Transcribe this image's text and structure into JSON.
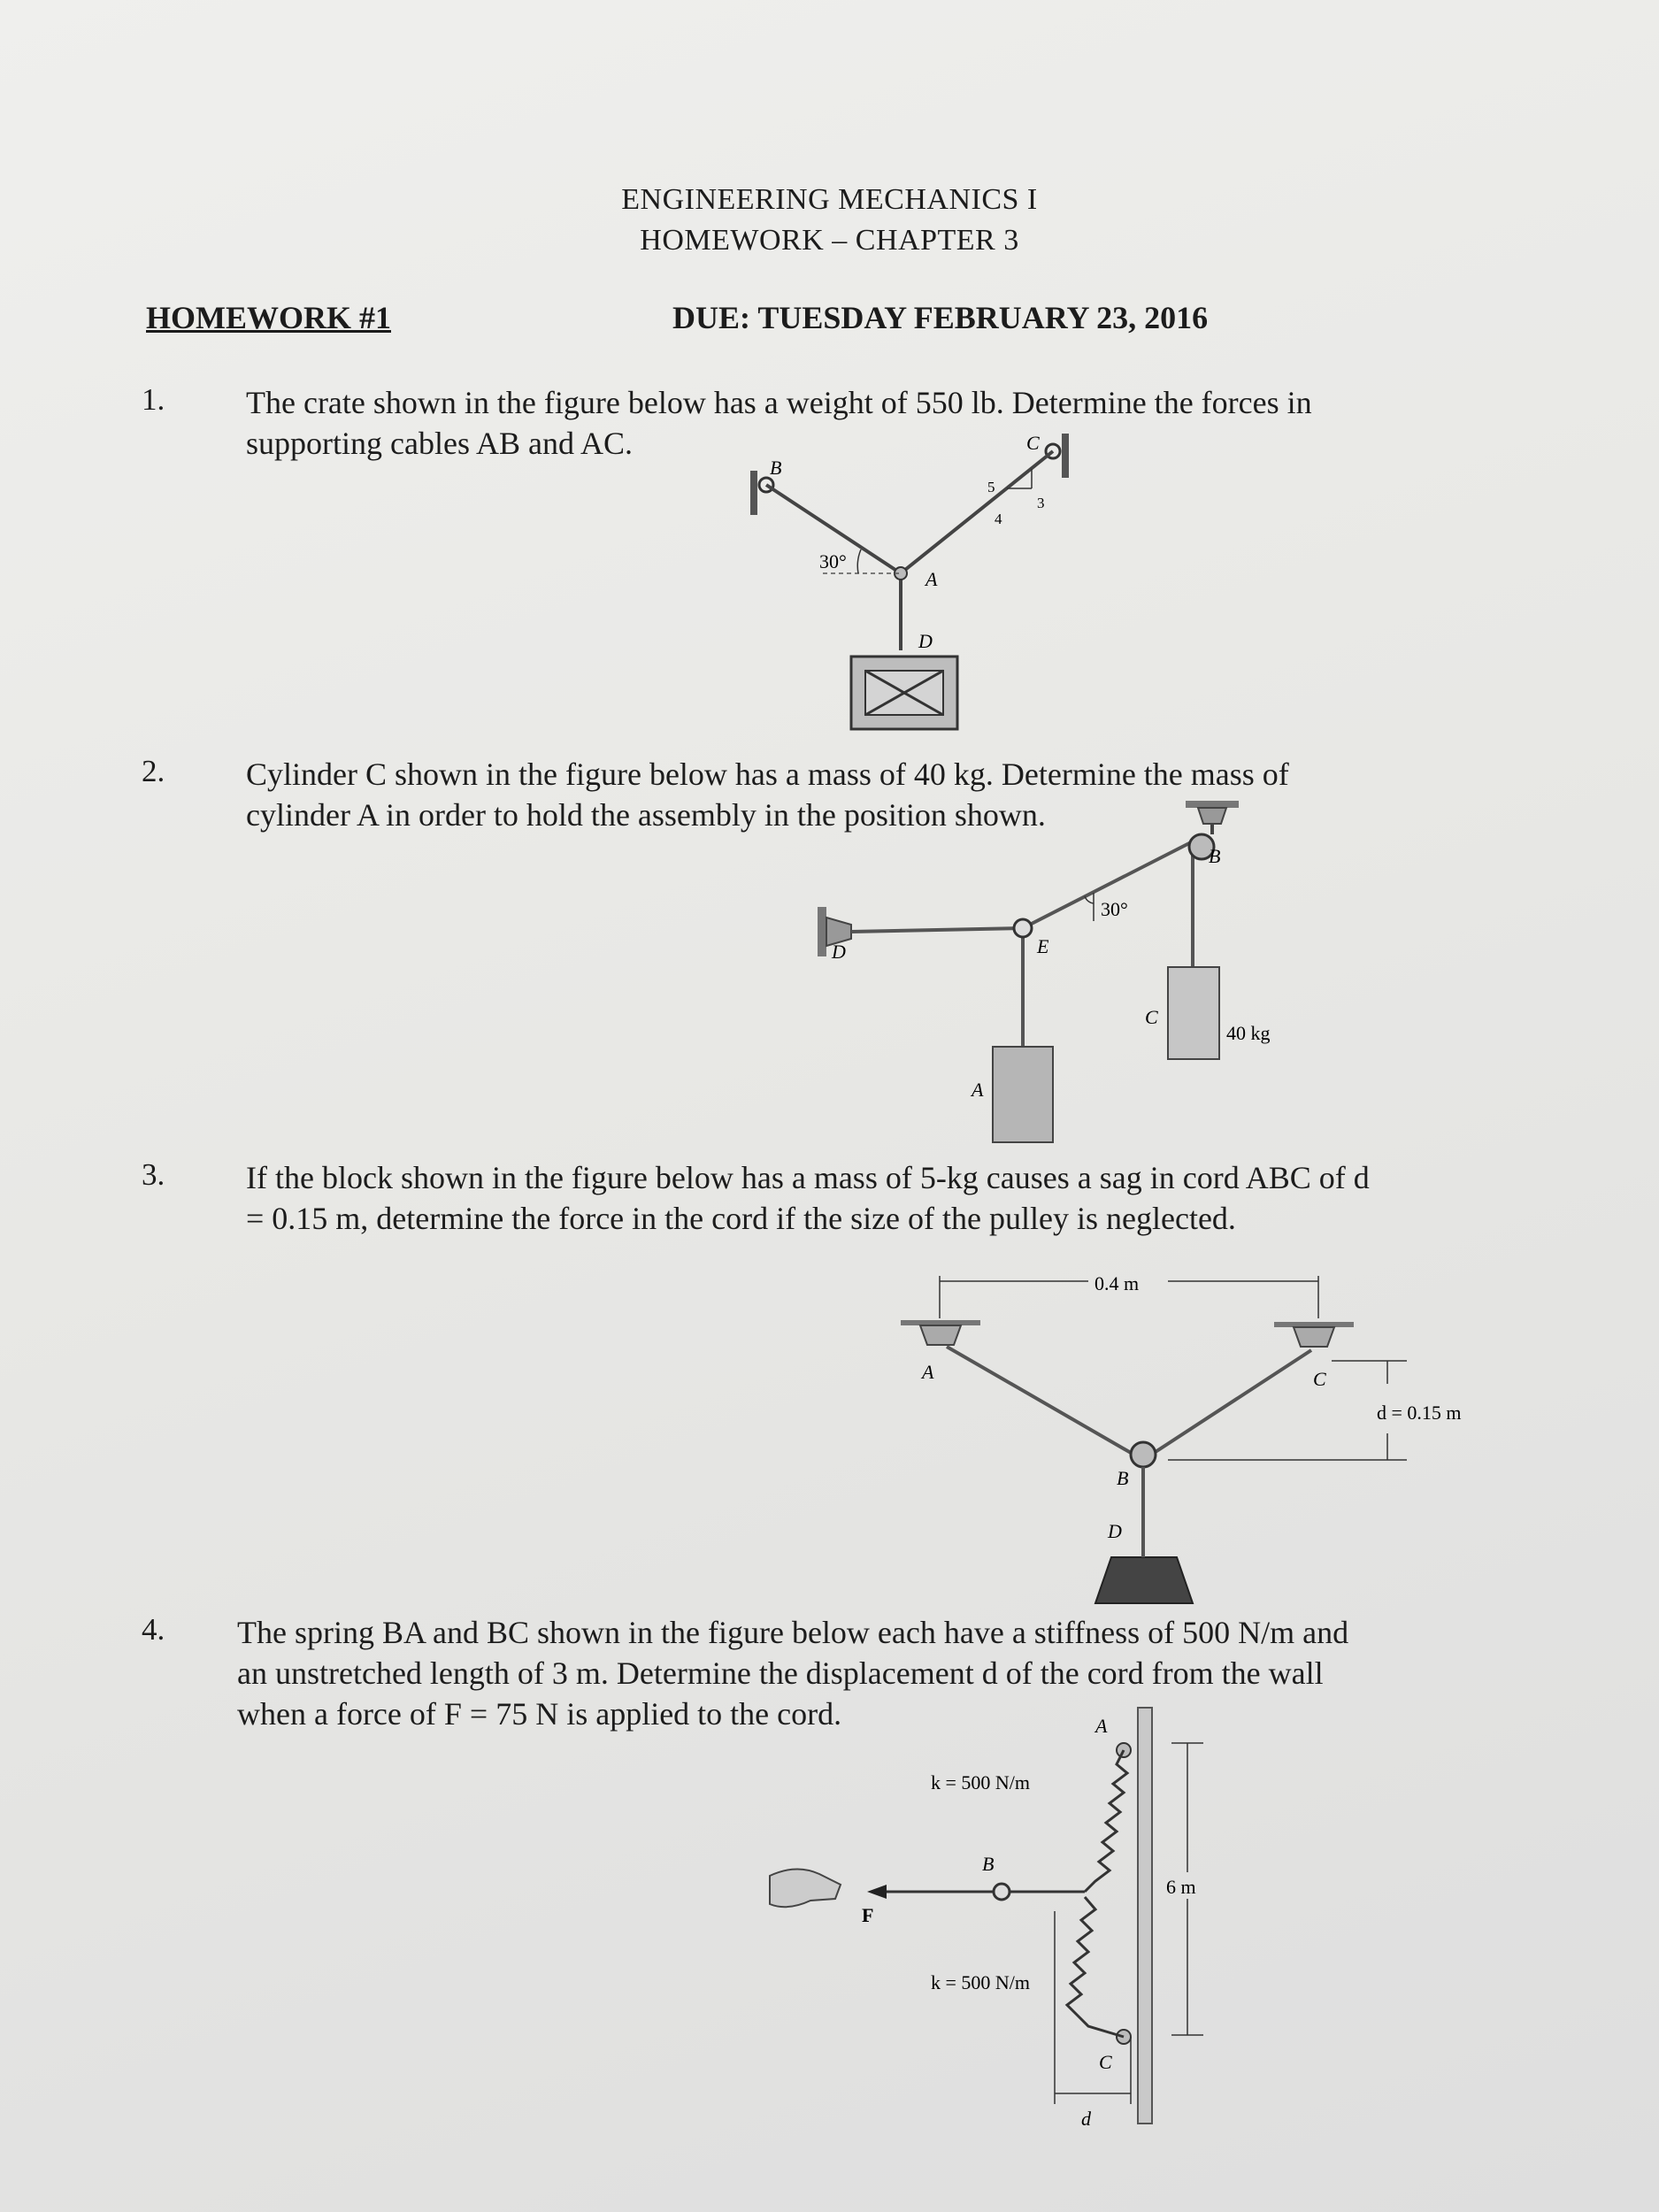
{
  "header": {
    "course": "ENGINEERING MECHANICS I",
    "subtitle": "HOMEWORK – CHAPTER 3",
    "homework": "HOMEWORK #1",
    "due": "DUE: TUESDAY FEBRUARY 23, 2016"
  },
  "problems": [
    {
      "number": "1.",
      "lines": [
        "The crate shown in the figure below has a weight of 550 lb.  Determine the forces in",
        "supporting cables AB and AC."
      ],
      "figure": {
        "labels": {
          "b": "B",
          "c": "C",
          "a": "A",
          "d": "D",
          "angle": "30°",
          "slope_hyp": "5",
          "slope_rise": "3",
          "slope_run": "4"
        }
      }
    },
    {
      "number": "2.",
      "lines": [
        "Cylinder C shown in the figure below has a mass of 40 kg.  Determine the mass of",
        "cylinder A in order to hold the assembly in the position shown."
      ],
      "figure": {
        "labels": {
          "b": "B",
          "d": "D",
          "e": "E",
          "a": "A",
          "c": "C",
          "angle": "30°",
          "mass": "40 kg"
        }
      }
    },
    {
      "number": "3.",
      "lines": [
        "If the block shown in the figure below has a mass of 5-kg causes a sag in cord ABC of d",
        "= 0.15 m, determine the force in the cord if the size of the pulley is neglected."
      ],
      "figure": {
        "labels": {
          "span": "0.4 m",
          "a": "A",
          "c": "C",
          "b": "B",
          "d": "D",
          "sag": "d = 0.15 m"
        }
      }
    },
    {
      "number": "4.",
      "lines": [
        "The spring BA and BC shown in the figure below each have a stiffness of 500 N/m and",
        "an unstretched length of 3 m. Determine the displacement d of the cord from the wall",
        "when a force of F = 75 N is applied to the cord."
      ],
      "figure": {
        "labels": {
          "a": "A",
          "k_top": "k = 500 N/m",
          "b": "B",
          "f": "F",
          "height": "6 m",
          "k_bottom": "k = 500 N/m",
          "c": "C",
          "d": "d"
        }
      }
    }
  ]
}
